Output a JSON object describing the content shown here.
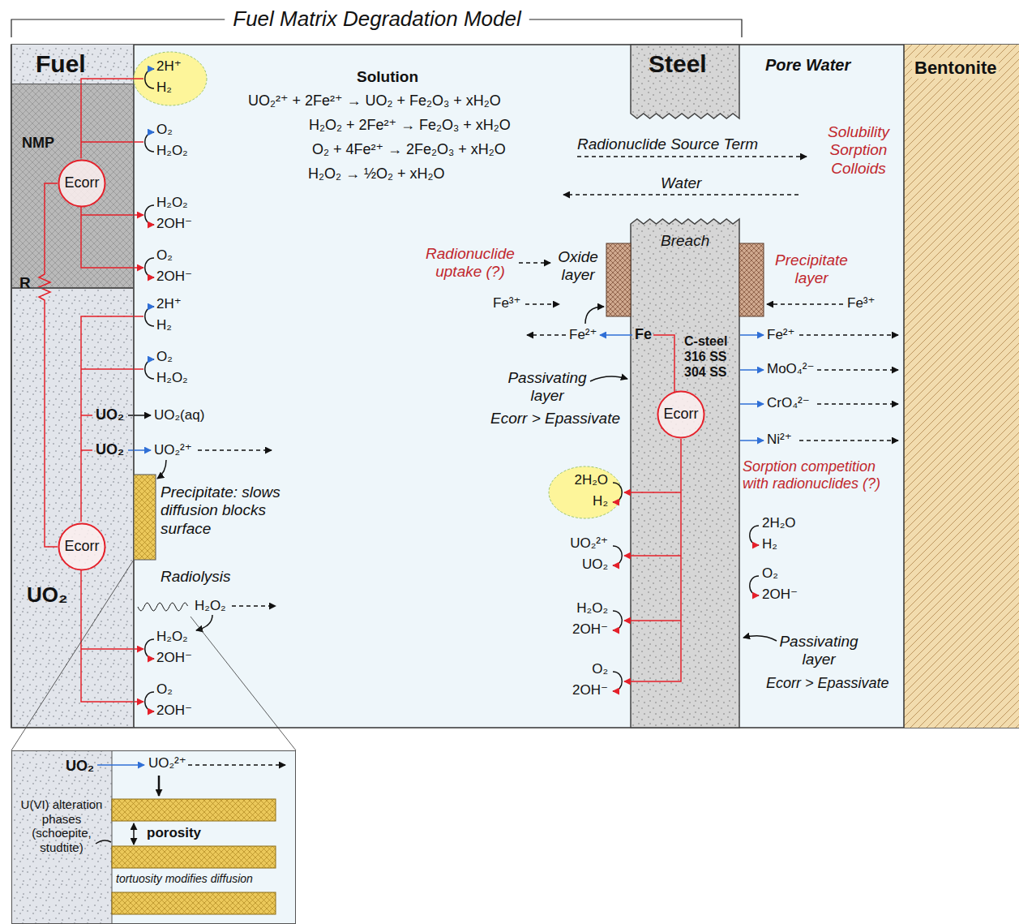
{
  "diagram": {
    "title": "Fuel Matrix Degradation Model",
    "nodes": [
      {
        "text": [
          "Fuel"
        ]
      },
      {
        "text": [
          "NMP"
        ],
        "in": 0
      },
      {
        "text": [
          "Ecorr"
        ],
        "in": 1
      },
      {
        "text": [
          "UO₂"
        ],
        "in": 0
      },
      {
        "text": [
          "Ecorr"
        ],
        "in": 3
      },
      {
        "text": [
          "Steel"
        ]
      },
      {
        "text": [
          "Breach",
          "C-steel 316 SS 304 SS"
        ]
      },
      {
        "text": [
          "Ecorr"
        ],
        "in": 6
      },
      {
        "text": [
          "Pore Water"
        ]
      },
      {
        "text": [
          "Bentonite"
        ]
      },
      {
        "text": [
          "UO₂",
          "UO₂²⁺",
          "U(VI) alteration phases (schoepite, studtite)",
          "porosity",
          "tortuosity modifies diffusion"
        ]
      }
    ],
    "edges": [
      {
        "from": 2,
        "to": 4,
        "label": "R",
        "arrow": "none"
      }
    ],
    "labels": [
      "2H⁺",
      "H₂",
      "O₂",
      "H₂O₂",
      "H₂O₂",
      "2OH⁻",
      "O₂",
      "2OH⁻",
      "2H⁺",
      "H₂",
      "O₂",
      "H₂O₂",
      "UO₂",
      "UO₂(aq)",
      "UO₂",
      "UO₂²⁺",
      "Precipitate: slows diffusion blocks surface",
      "Radiolysis",
      "H₂O₂",
      "H₂O₂",
      "2OH⁻",
      "O₂",
      "2OH⁻",
      "Solution",
      "UO₂²⁺ + 2Fe²⁺ → UO₂ + Fe₂O₃ + xH₂O",
      "H₂O₂ + 2Fe²⁺ → Fe₂O₃ + xH₂O",
      "O₂ + 4Fe²⁺ → 2Fe₂O₃ + xH₂O",
      "H₂O₂ → ½O₂ + xH₂O",
      "Radionuclide Source Term",
      "Solubility Sorption Colloids",
      "Water",
      "Radionuclide uptake (?)",
      "Oxide layer",
      "Fe³⁺",
      "Fe²⁺",
      "Fe",
      "Passivating layer",
      "Ecorr > Epassivate",
      "2H₂O",
      "H₂",
      "UO₂²⁺",
      "UO₂",
      "H₂O₂",
      "2OH⁻",
      "O₂",
      "2OH⁻",
      "Precipitate layer",
      "Fe³⁺",
      "Fe²⁺",
      "MoO₄²⁻",
      "CrO₄²⁻",
      "Ni²⁺",
      "Sorption competition with radionuclides (?)",
      "2H₂O",
      "H₂",
      "O₂",
      "2OH⁻",
      "Passivating layer",
      "Ecorr > Epassivate"
    ]
  }
}
